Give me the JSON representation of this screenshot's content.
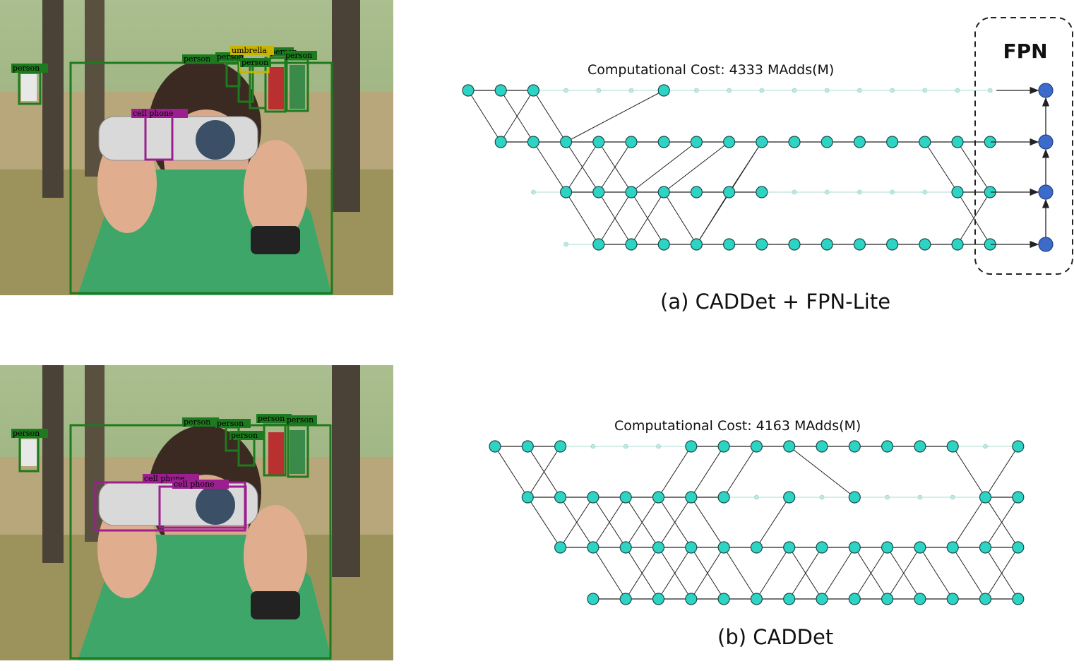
{
  "figure": {
    "panel_a": {
      "caption": "(a) CADDet + FPN-Lite",
      "cost_label": "Computational Cost: 4333 MAdds(M)",
      "fpn_label": "FPN",
      "detections": [
        {
          "label": "person",
          "color": "#1e7a1e"
        },
        {
          "label": "person",
          "color": "#1e7a1e"
        },
        {
          "label": "person",
          "color": "#1e7a1e"
        },
        {
          "label": "person",
          "color": "#1e7a1e"
        },
        {
          "label": "person",
          "color": "#1e7a1e"
        },
        {
          "label": "umbrella",
          "color": "#c8b400"
        },
        {
          "label": "person",
          "color": "#1e7a1e"
        },
        {
          "label": "cell phone",
          "color": "#9b1f8f"
        }
      ]
    },
    "panel_b": {
      "caption": "(b) CADDet",
      "cost_label": "Computational Cost: 4163 MAdds(M)",
      "detections": [
        {
          "label": "person",
          "color": "#1e7a1e"
        },
        {
          "label": "person",
          "color": "#1e7a1e"
        },
        {
          "label": "person",
          "color": "#1e7a1e"
        },
        {
          "label": "person",
          "color": "#1e7a1e"
        },
        {
          "label": "person",
          "color": "#1e7a1e"
        },
        {
          "label": "person",
          "color": "#1e7a1e"
        },
        {
          "label": "cell phone",
          "color": "#9b1f8f"
        },
        {
          "label": "cell phone",
          "color": "#9b1f8f"
        }
      ]
    },
    "colors": {
      "node_fill": "#2dd4c4",
      "node_stroke": "#1a4a48",
      "fpn_node_fill": "#3d6bc9",
      "inactive_line": "#c9e6e2",
      "active_line": "#222222"
    }
  }
}
